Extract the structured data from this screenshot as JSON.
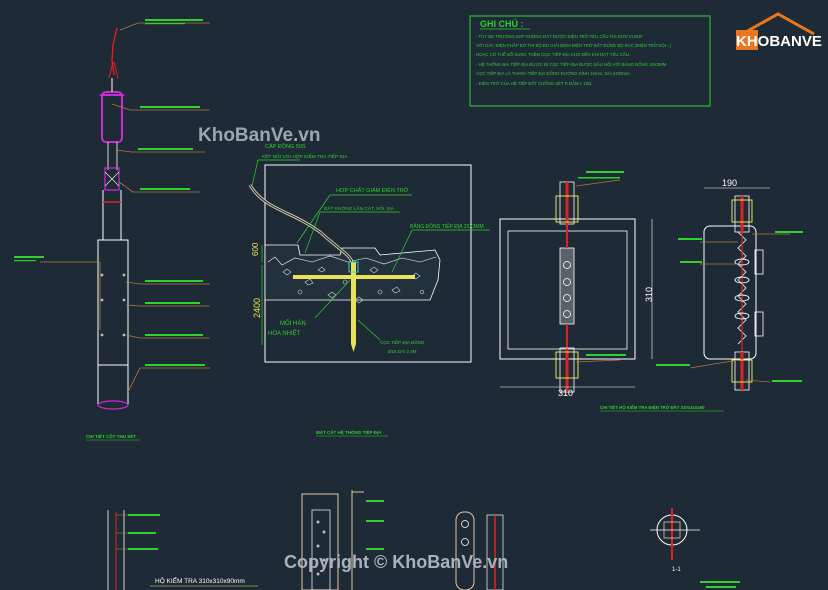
{
  "notes": {
    "title": "GHI CHÚ :",
    "lines": [
      "- TÙY BD TRƯỜNG BOF KHÔNG ĐẠT ĐƯỢC ĐIỆN TRỞ YÊU CẦU THÌ ĐƠN VỊ BOF",
      "  VỚI GÁC ĐIỆN PHẢP BỞ THI BỘ ĐÙ GIẢI ĐỊNH ĐIỆN TRỞ ĐẤT ĐÚNG BỘ ĐẠC (ĐIỆN TRỞ NỘI...)",
      "  HOẶC CÓ THỂ BỔ SUNG THÊM CỌC TIẾP ĐỊA CHO ĐẾN KHI ĐẠT YÊU CẦU.",
      "- HỆ THỐNG BÃI TIẾP ĐỊA ĐƯỢC ĐI CỌC TIẾP ĐỊA ĐƯỢC ĐẦU NỐI VỚI BÃNG ĐỒNG 25X3MM",
      "  CỌC TIẾP ĐỊA LÀ THANH TIẾP ĐỊA ĐỒNG ĐƯỜNG KÍNH 16mm, DÀI 2400mm.",
      "- ĐIỆN TRỞ CỦA HỆ TIẾP ĐẤT CHỐNG SÉT R ĐẢM ≤ 10Ω"
    ]
  },
  "logo": {
    "text": "KHOBANVE"
  },
  "watermark": {
    "top": "KhoBanVe.vn",
    "bottom": "Copyright © KhoBanVe.vn"
  },
  "ground_detail": {
    "cable_label": "CÁP ĐỒNG 50S",
    "cable_sub": "KẾT NỐI VỚI HỘP KIỂM TRA TIẾP ĐỊA",
    "compound_label": "HỢP CHẤT GIẢM ĐIỆN TRỞ",
    "soil_label": "ĐẤT KHÔNG LẪN CÁT, SỎI, ĐÁ",
    "strip_label": "BĂNG ĐỒNG TIẾP ĐỊA 25X3MM",
    "weld_label_1": "MỐI HÀN",
    "weld_label_2": "HÓA NHIỆT",
    "rod_label_1": "CỌC TIẾP ĐỊA ĐỒNG",
    "rod_label_2": "Ø16 DÀI 2.4M",
    "dim_600": "600",
    "dim_2400": "2400",
    "caption": "MẶT CẮT HỆ THỐNG TIẾP ĐỊA"
  },
  "box_detail": {
    "dim_310_w": "310",
    "dim_310_h": "310",
    "dim_190": "190",
    "caption": "CHI TIẾT HỘ KIỂM TRA ĐIỆN TRỞ ĐẤT 310x310x90"
  },
  "pole_caption": "CHI TIẾT CỘT THU SÉT",
  "bottom_label": "HỘ KIỂM TRA 310x310x90mm",
  "section_mark": "1-1"
}
